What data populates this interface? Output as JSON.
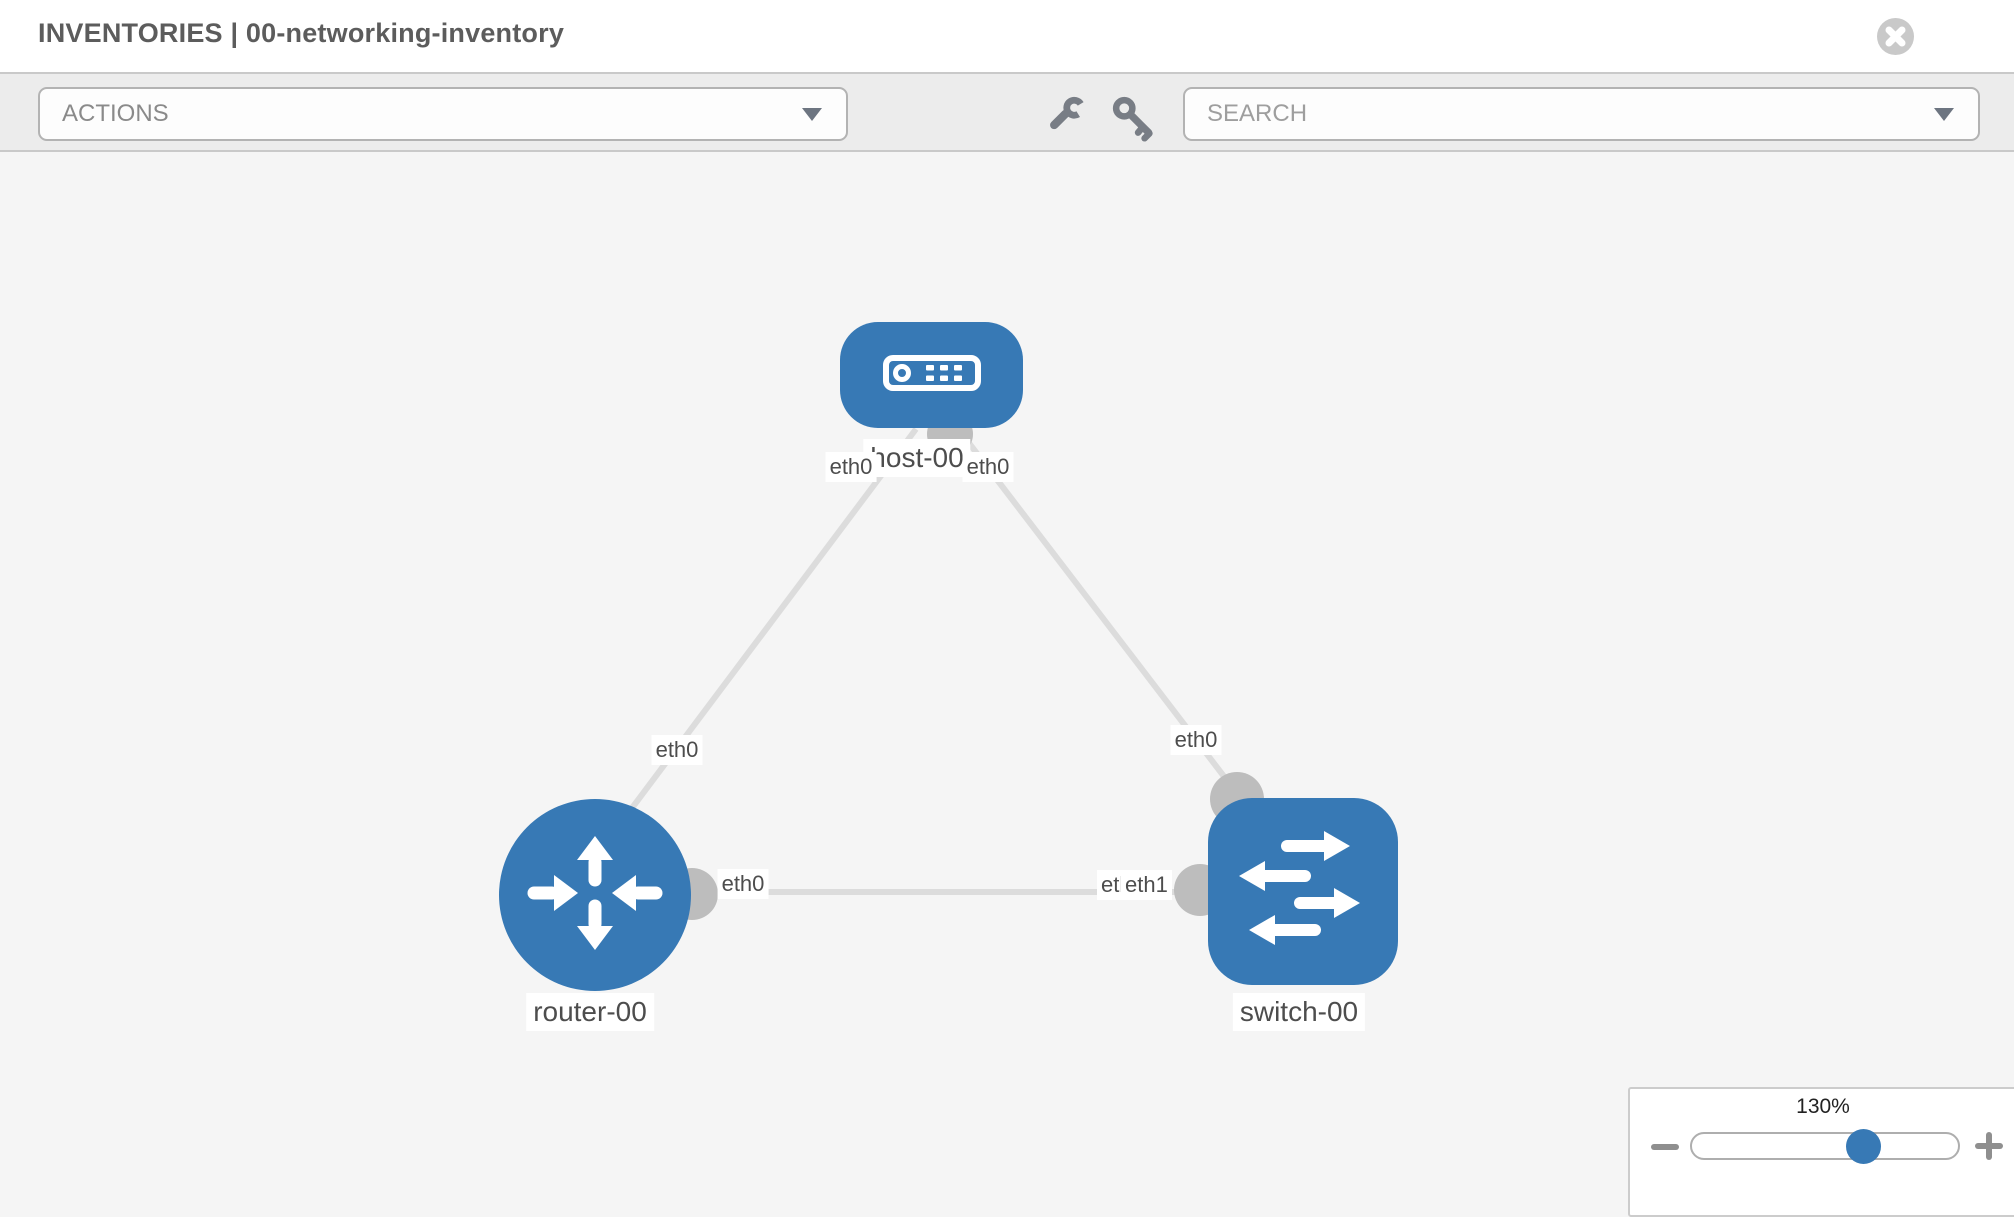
{
  "header": {
    "title": "INVENTORIES | 00-networking-inventory"
  },
  "toolbar": {
    "actions_label": "ACTIONS",
    "search_placeholder": "SEARCH",
    "icons": [
      "wrench-icon",
      "key-icon"
    ]
  },
  "topology": {
    "nodes": [
      {
        "id": "host-00",
        "type": "host",
        "label": "host-00"
      },
      {
        "id": "router-00",
        "type": "router",
        "label": "router-00"
      },
      {
        "id": "switch-00",
        "type": "switch",
        "label": "switch-00"
      }
    ],
    "edges": [
      {
        "from": "host-00",
        "to": "router-00",
        "from_label": "eth0",
        "to_label": "eth0"
      },
      {
        "from": "host-00",
        "to": "switch-00",
        "from_label": "eth0",
        "to_label": "eth0"
      },
      {
        "from": "router-00",
        "to": "switch-00",
        "from_label": "eth0",
        "to_label": "eth1",
        "to_label_back": "eth0"
      }
    ]
  },
  "zoom_control": {
    "level": "130%",
    "value": 130
  },
  "colors": {
    "node_blue": "#3779b5",
    "port_gray": "#bdbdbd",
    "edge_gray": "#dcdcdc",
    "toolbar_gray": "#ececec"
  }
}
